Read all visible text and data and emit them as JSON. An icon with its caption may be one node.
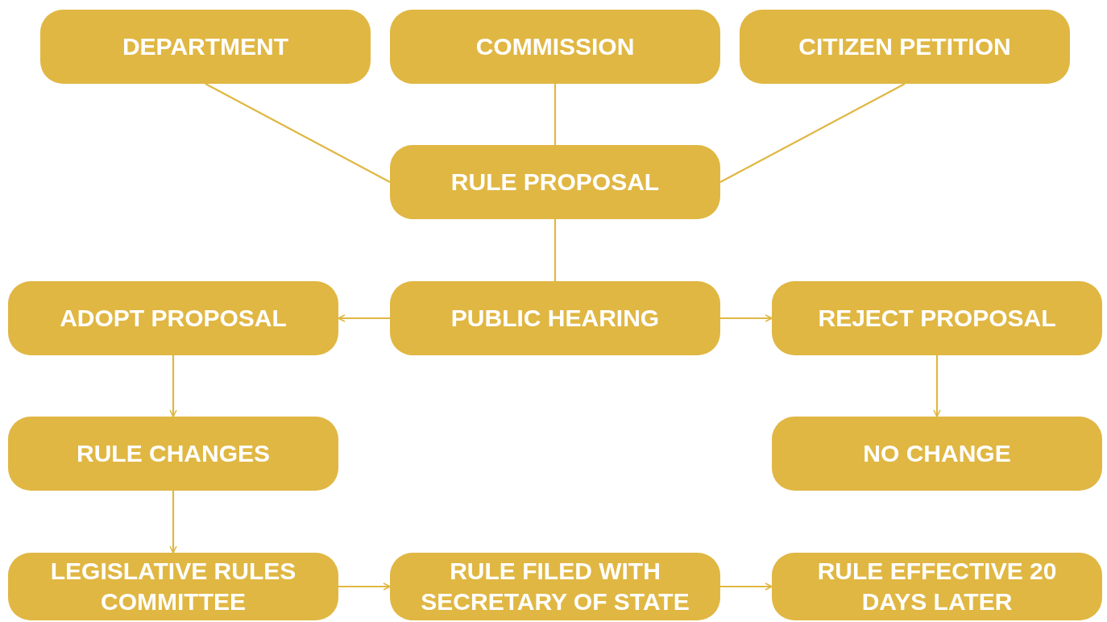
{
  "diagram": {
    "nodes": [
      {
        "text": [
          "DEPARTMENT"
        ]
      },
      {
        "text": [
          "COMMISSION"
        ]
      },
      {
        "text": [
          "CITIZEN PETITION"
        ]
      },
      {
        "text": [
          "RULE PROPOSAL"
        ]
      },
      {
        "text": [
          "ADOPT PROPOSAL"
        ]
      },
      {
        "text": [
          "PUBLIC HEARING"
        ]
      },
      {
        "text": [
          "REJECT PROPOSAL"
        ]
      },
      {
        "text": [
          "RULE CHANGES"
        ]
      },
      {
        "text": [
          "NO CHANGE"
        ]
      },
      {
        "text": [
          "LEGISLATIVE RULES COMMITTEE"
        ]
      },
      {
        "text": [
          "RULE FILED WITH SECRETARY OF STATE"
        ]
      },
      {
        "text": [
          "RULE EFFECTIVE 20 DAYS LATER"
        ]
      }
    ],
    "edges": [
      {
        "from": 0,
        "to": 3,
        "arrow": "none"
      },
      {
        "from": 1,
        "to": 3,
        "arrow": "none"
      },
      {
        "from": 2,
        "to": 3,
        "arrow": "none"
      },
      {
        "from": 3,
        "to": 5,
        "arrow": "none"
      },
      {
        "from": 5,
        "to": 4,
        "arrow": "to"
      },
      {
        "from": 5,
        "to": 6,
        "arrow": "to"
      },
      {
        "from": 4,
        "to": 7,
        "arrow": "to"
      },
      {
        "from": 6,
        "to": 8,
        "arrow": "to"
      },
      {
        "from": 7,
        "to": 9,
        "arrow": "to"
      },
      {
        "from": 9,
        "to": 10,
        "arrow": "to"
      },
      {
        "from": 10,
        "to": 11,
        "arrow": "to"
      }
    ]
  }
}
